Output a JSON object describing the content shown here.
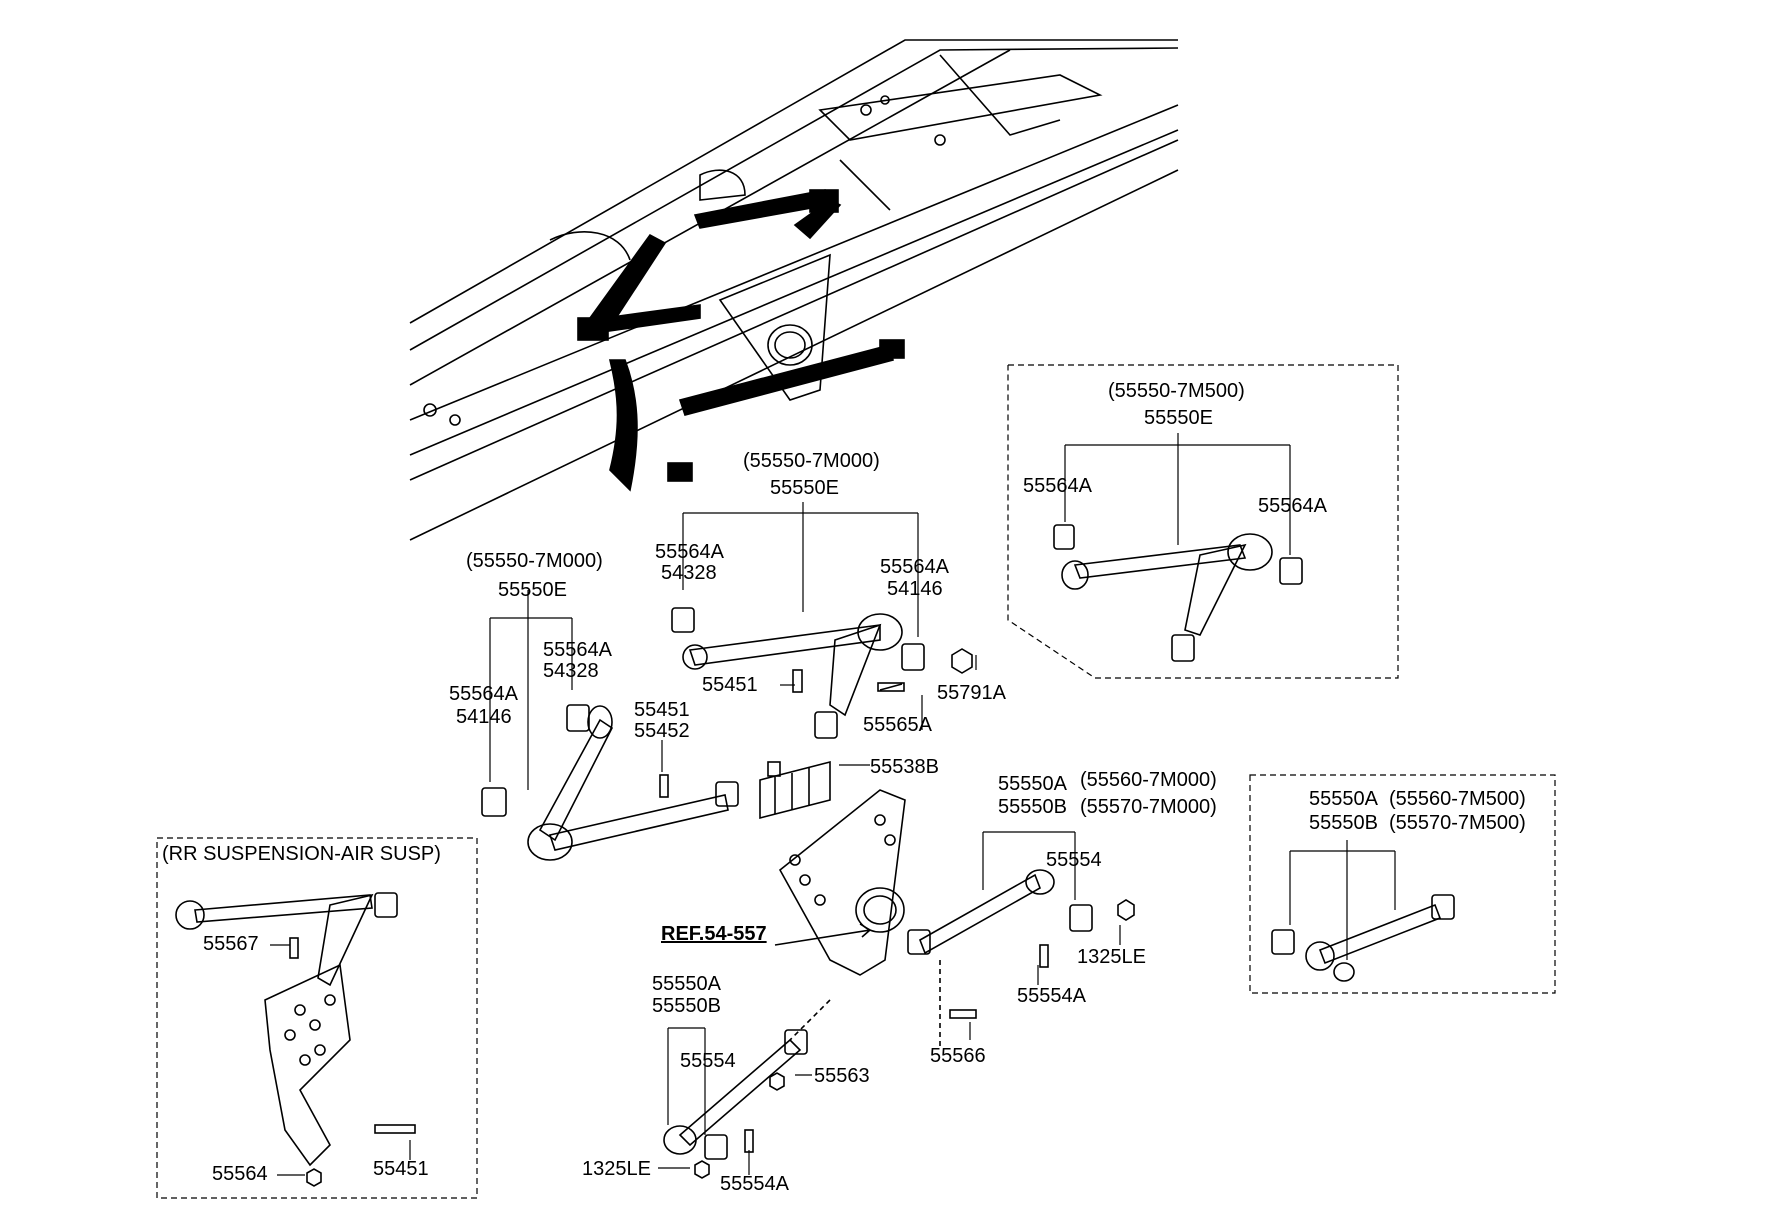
{
  "labels": {
    "top_group_paren": "(55550-7M000)",
    "top_group_code": "55550E",
    "top_left_bushing_a": "55564A",
    "top_left_bushing_b": "54328",
    "top_right_bushing_a": "55564A",
    "top_right_bushing_b": "54146",
    "top_bolt": "55451",
    "top_nut": "55791A",
    "top_bolt2": "55565A",
    "left_group_paren": "(55550-7M000)",
    "left_group_code": "55550E",
    "left_bushing1_a": "55564A",
    "left_bushing1_b": "54328",
    "left_bushing2_a": "55564A",
    "left_bushing2_b": "54146",
    "left_bolt_a": "55451",
    "left_bolt_b": "55452",
    "shim": "55538B",
    "right_arm_a": "55550A",
    "right_arm_a_paren": "(55560-7M000)",
    "right_arm_b": "55550B",
    "right_arm_b_paren": "(55570-7M000)",
    "right_bushing": "55554",
    "right_nut": "1325LE",
    "right_bolt": "55554A",
    "ref": "REF.54-557",
    "lower_arm_a": "55550A",
    "lower_arm_b": "55550B",
    "lower_bushing": "55554",
    "lower_nut_b": "55563",
    "lower_bolt": "55566",
    "lower_nut": "1325LE",
    "lower_bolt2": "55554A",
    "box1_paren": "(55550-7M500)",
    "box1_code": "55550E",
    "box1_left": "55564A",
    "box1_right": "55564A",
    "box2_a": "55550A",
    "box2_a_paren": "(55560-7M500)",
    "box2_b": "55550B",
    "box2_b_paren": "(55570-7M500)",
    "box3_title": "(RR SUSPENSION-AIR SUSP)",
    "box3_bolt": "55567",
    "box3_nut": "55564",
    "box3_bolt2": "55451"
  }
}
